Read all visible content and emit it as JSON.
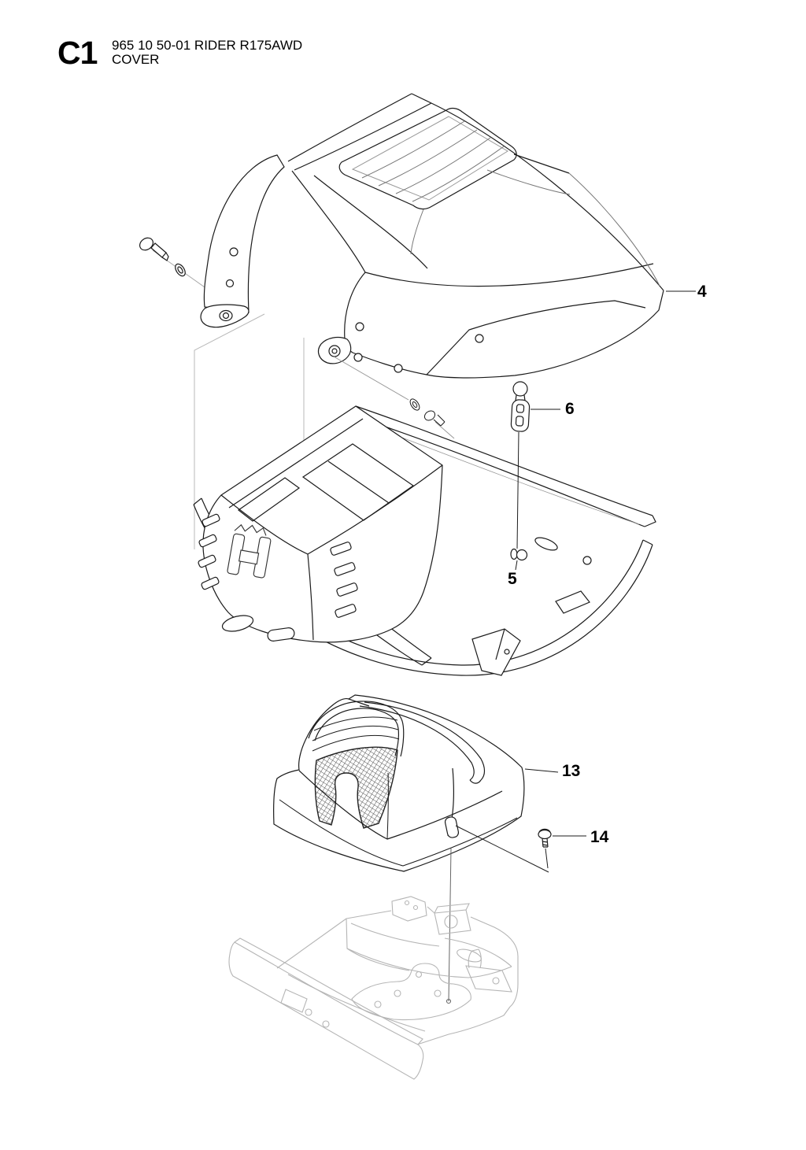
{
  "header": {
    "code": "C1",
    "title": "965 10 50-01 RIDER R175AWD",
    "subtitle": "COVER"
  },
  "callouts": [
    {
      "label": "4"
    },
    {
      "label": "6"
    },
    {
      "label": "5"
    },
    {
      "label": "13"
    },
    {
      "label": "14"
    }
  ],
  "colors": {
    "ink": "#1b1b1b",
    "reference_gray": "#b9b9b9",
    "paper": "#ffffff"
  }
}
